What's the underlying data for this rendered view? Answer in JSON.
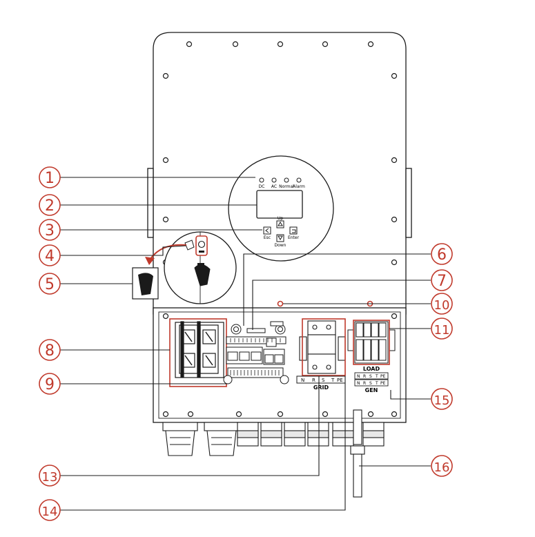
{
  "colors": {
    "outline": "#1a1a1a",
    "callout": "#c0392b",
    "panel": "#ffffff",
    "shade": "#e8e8e8",
    "dark": "#222222"
  },
  "callouts": [
    {
      "id": "1",
      "label": "1"
    },
    {
      "id": "2",
      "label": "2"
    },
    {
      "id": "3",
      "label": "3"
    },
    {
      "id": "4",
      "label": "4"
    },
    {
      "id": "5",
      "label": "5"
    },
    {
      "id": "6",
      "label": "6"
    },
    {
      "id": "7",
      "label": "7"
    },
    {
      "id": "8",
      "label": "8"
    },
    {
      "id": "9",
      "label": "9"
    },
    {
      "id": "10",
      "label": "10"
    },
    {
      "id": "11",
      "label": "11"
    },
    {
      "id": "13",
      "label": "13"
    },
    {
      "id": "14",
      "label": "14"
    },
    {
      "id": "15",
      "label": "15"
    },
    {
      "id": "16",
      "label": "16"
    }
  ],
  "display": {
    "indicators": [
      "DC",
      "AC",
      "Normal",
      "Alarm"
    ],
    "buttons": {
      "esc": "Esc",
      "up": "Up",
      "down": "Down",
      "enter": "Enter"
    }
  },
  "terminals": {
    "grid_pins": [
      "N",
      "R",
      "S",
      "T",
      "PE"
    ],
    "grid_label": "GRID",
    "load_label": "LOAD",
    "load_pins": [
      "N",
      "R",
      "S",
      "T",
      "PE"
    ],
    "gen_pins": [
      "N",
      "R",
      "S",
      "T",
      "PE"
    ],
    "gen_label": "GEN"
  }
}
